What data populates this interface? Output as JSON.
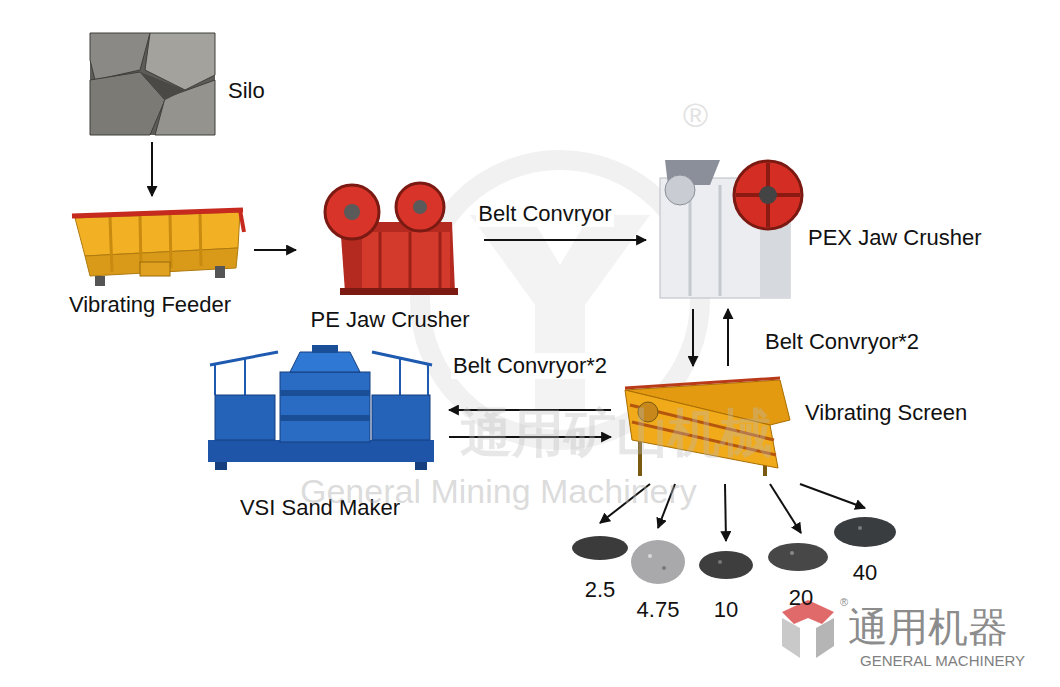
{
  "diagram": {
    "nodes": [
      {
        "text": [
          "Silo"
        ]
      },
      {
        "text": [
          "Vibrating Feeder"
        ]
      },
      {
        "text": [
          "PE Jaw Crusher"
        ]
      },
      {
        "text": [
          "PEX Jaw Crusher"
        ]
      },
      {
        "text": [
          "Vibrating Screen"
        ]
      },
      {
        "text": [
          "VSI Sand Maker"
        ]
      },
      {
        "text": [
          "2.5"
        ]
      },
      {
        "text": [
          "4.75"
        ]
      },
      {
        "text": [
          "10"
        ]
      },
      {
        "text": [
          "20"
        ]
      },
      {
        "text": [
          "40"
        ]
      }
    ],
    "edges": [
      {
        "from": 0,
        "to": 1,
        "arrow": "to"
      },
      {
        "from": 1,
        "to": 2,
        "arrow": "to"
      },
      {
        "from": 2,
        "to": 3,
        "label": "Belt Convryor",
        "arrow": "to"
      },
      {
        "from": 3,
        "to": 4,
        "arrow": "to"
      },
      {
        "from": 4,
        "to": 3,
        "label": "Belt Convryor*2",
        "arrow": "to"
      },
      {
        "from": 4,
        "to": 5,
        "label": "Belt Convryor*2",
        "arrow": "to"
      },
      {
        "from": 5,
        "to": 4,
        "arrow": "to"
      },
      {
        "from": 4,
        "to": 6,
        "arrow": "to"
      },
      {
        "from": 4,
        "to": 7,
        "arrow": "to"
      },
      {
        "from": 4,
        "to": 8,
        "arrow": "to"
      },
      {
        "from": 4,
        "to": 9,
        "arrow": "to"
      },
      {
        "from": 4,
        "to": 10,
        "arrow": "to"
      }
    ],
    "labels": [
      "®",
      "通用矿山机械",
      "General Mining Machinery",
      "®",
      "通用机器",
      "GENERAL MACHINERY"
    ]
  }
}
